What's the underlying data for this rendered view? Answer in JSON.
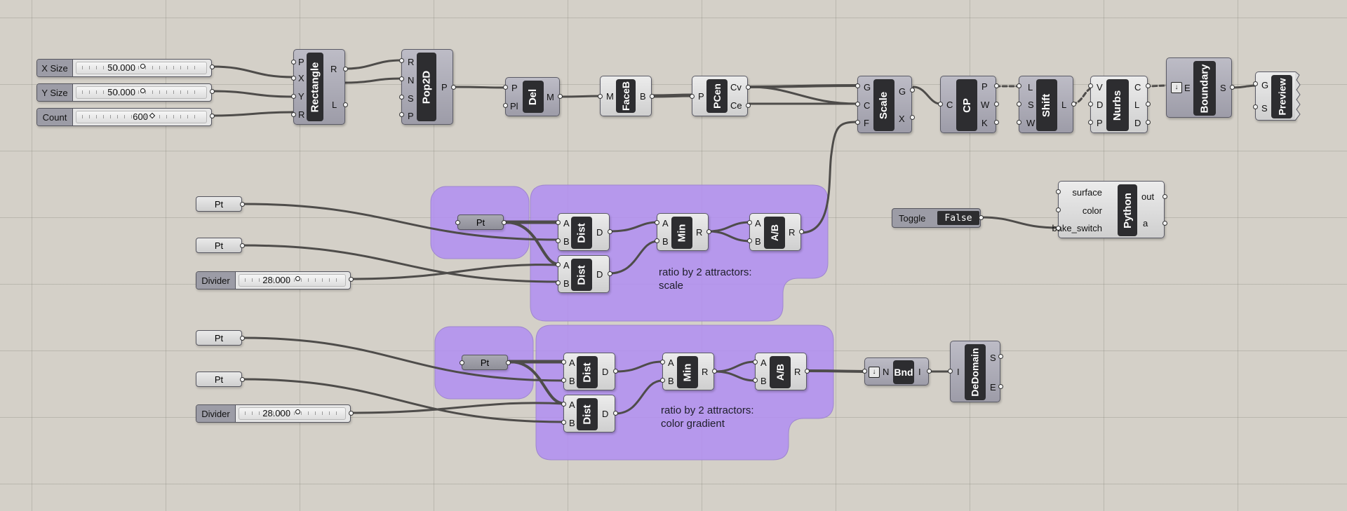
{
  "sliders": {
    "x_size": {
      "label": "X Size",
      "value": "50.000"
    },
    "y_size": {
      "label": "Y Size",
      "value": "50.000"
    },
    "count": {
      "label": "Count",
      "value": "600"
    },
    "divider1": {
      "label": "Divider",
      "value": "28.000"
    },
    "divider2": {
      "label": "Divider",
      "value": "28.000"
    }
  },
  "points": {
    "label": "Pt"
  },
  "toggle": {
    "label": "Toggle",
    "value": "False"
  },
  "components": {
    "rectangle": {
      "title": "Rectangle",
      "inputs": [
        "P",
        "X",
        "Y",
        "R"
      ],
      "outputs": [
        "R",
        "L"
      ]
    },
    "pop2d": {
      "title": "Pop2D",
      "inputs": [
        "R",
        "N",
        "S",
        "P"
      ],
      "outputs": [
        "P"
      ]
    },
    "del": {
      "title": "Del",
      "inputs": [
        "P",
        "Pl"
      ],
      "outputs": [
        "M"
      ]
    },
    "faceb": {
      "title": "FaceB",
      "inputs": [
        "M"
      ],
      "outputs": [
        "B"
      ]
    },
    "pcen": {
      "title": "PCen",
      "inputs": [
        "P"
      ],
      "outputs": [
        "Cv",
        "Ce"
      ]
    },
    "scale": {
      "title": "Scale",
      "inputs": [
        "G",
        "C",
        "F"
      ],
      "outputs": [
        "G",
        "X"
      ]
    },
    "cp": {
      "title": "CP",
      "inputs": [
        "C"
      ],
      "outputs": [
        "P",
        "W",
        "K"
      ]
    },
    "shift": {
      "title": "Shift",
      "inputs": [
        "L",
        "S",
        "W"
      ],
      "outputs": [
        "L"
      ]
    },
    "nurbs": {
      "title": "Nurbs",
      "inputs": [
        "V",
        "D",
        "P"
      ],
      "outputs": [
        "C",
        "L",
        "D"
      ]
    },
    "boundary": {
      "title": "Boundary",
      "inputs": [
        "E"
      ],
      "outputs": [
        "S"
      ]
    },
    "preview": {
      "title": "Preview",
      "inputs": [
        "G",
        "S"
      ]
    },
    "python": {
      "title": "Python",
      "inputs": [
        "surface",
        "color",
        "bake_switch"
      ],
      "outputs": [
        "out",
        "a"
      ]
    },
    "dist": {
      "title": "Dist",
      "inputs": [
        "A",
        "B"
      ],
      "outputs": [
        "D"
      ]
    },
    "min": {
      "title": "Min",
      "inputs": [
        "A",
        "B"
      ],
      "outputs": [
        "R"
      ]
    },
    "div": {
      "title": "A/B",
      "inputs": [
        "A",
        "B"
      ],
      "outputs": [
        "R"
      ]
    },
    "bnd": {
      "title": "Bnd",
      "inputs": [
        "N"
      ],
      "outputs": [
        "I"
      ]
    },
    "dedomain": {
      "title": "DeDomain",
      "inputs": [
        "I"
      ],
      "outputs": [
        "S",
        "E"
      ]
    }
  },
  "groups": {
    "scale_note": "ratio by 2 attractors:\nscale",
    "color_note": "ratio by 2 attractors:\ncolor gradient"
  },
  "colors": {
    "canvas": "#d4d0c8",
    "group_fill": "#b496f0",
    "wire": "#4e4c4a",
    "component": "#a7a6b1"
  }
}
